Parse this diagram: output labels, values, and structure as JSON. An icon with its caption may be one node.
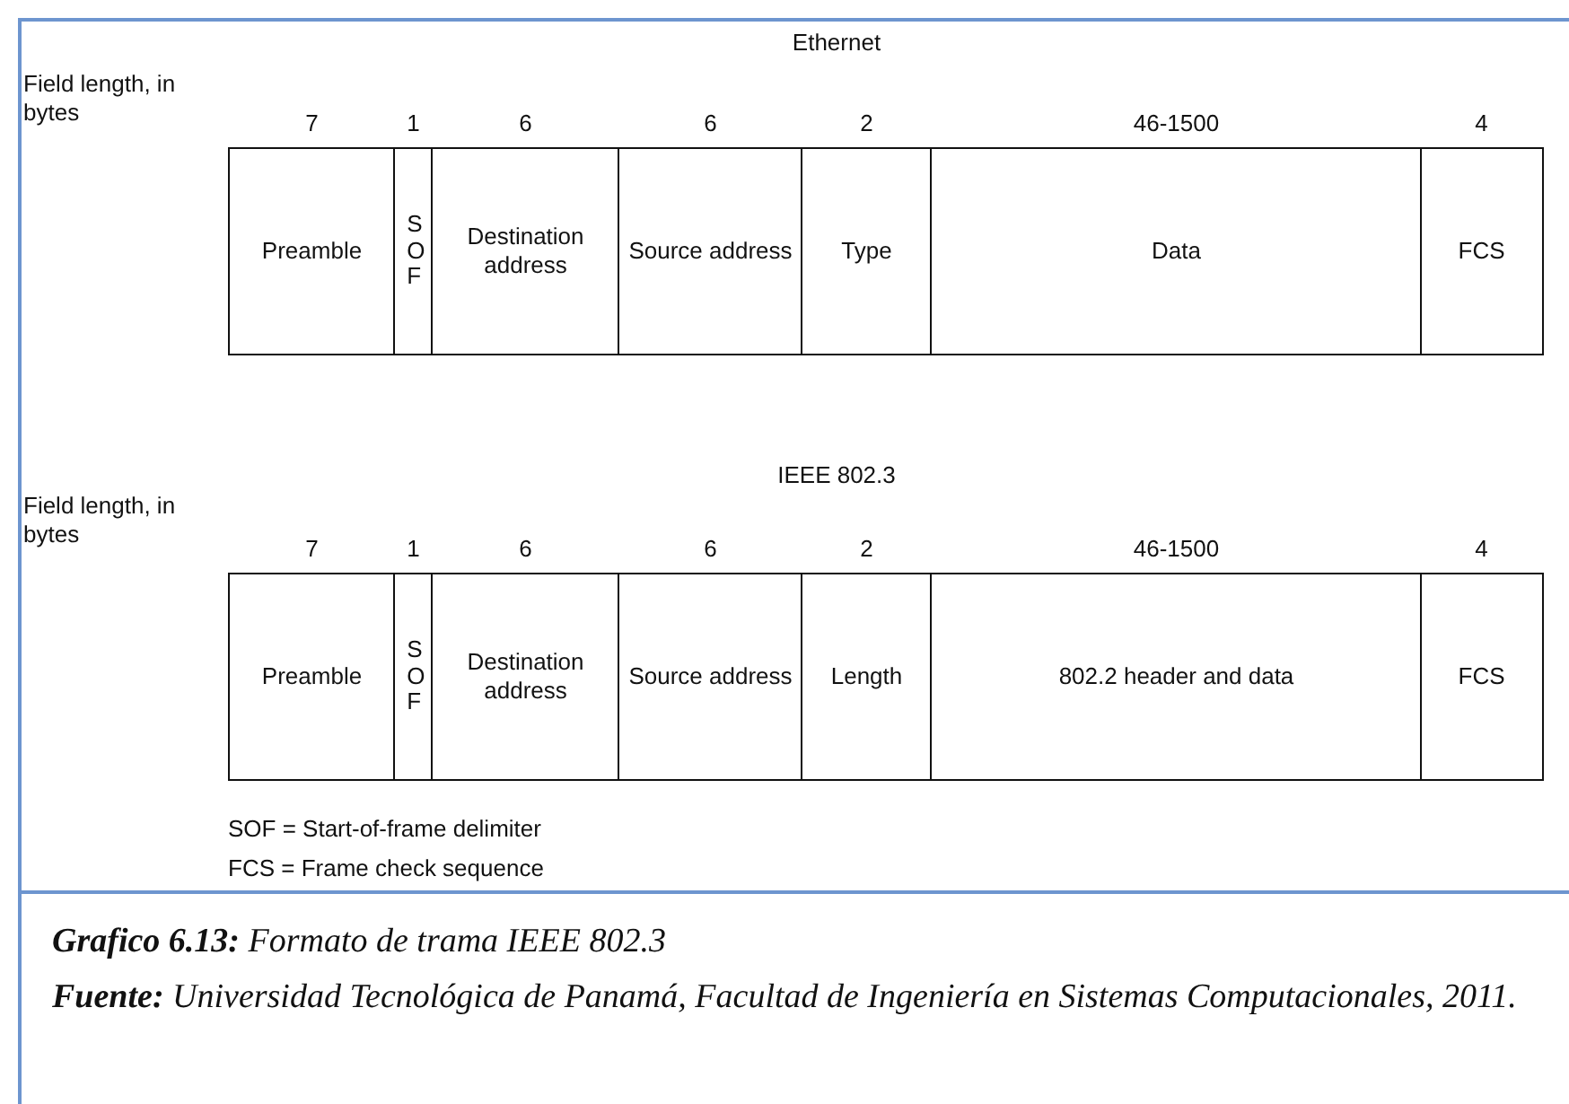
{
  "diagram": {
    "caption": "**Grafico 6.13:** Formato de trama IEEE 802.3",
    "nodes": [
      {
        "text": [
          "Preamble"
        ],
        "beside": [
          "7"
        ]
      },
      {
        "text": [
          "SOF"
        ],
        "beside": [
          "1"
        ]
      },
      {
        "text": [
          "Destination address"
        ],
        "beside": [
          "6"
        ]
      },
      {
        "text": [
          "Source address"
        ],
        "beside": [
          "6"
        ]
      },
      {
        "text": [
          "Type"
        ],
        "beside": [
          "2"
        ]
      },
      {
        "text": [
          "Data"
        ],
        "beside": [
          "46-1500"
        ]
      },
      {
        "text": [
          "FCS"
        ],
        "beside": [
          "4"
        ]
      },
      {
        "text": [
          "Preamble"
        ],
        "beside": [
          "7"
        ]
      },
      {
        "text": [
          "SOF"
        ],
        "beside": [
          "1"
        ]
      },
      {
        "text": [
          "Destination address"
        ],
        "beside": [
          "6"
        ]
      },
      {
        "text": [
          "Source address"
        ],
        "beside": [
          "6"
        ]
      },
      {
        "text": [
          "Length"
        ],
        "beside": [
          "2"
        ]
      },
      {
        "text": [
          "802.2 header and data"
        ],
        "beside": [
          "46-1500"
        ]
      },
      {
        "text": [
          "FCS"
        ],
        "beside": [
          "4"
        ]
      }
    ],
    "labels": [
      "Ethernet",
      "Field length, in bytes",
      "IEEE 802.3",
      "Field length, in bytes",
      "SOF = Start-of-frame delimiter",
      "FCS = Frame check sequence",
      "**Fuente:** Universidad Tecnológica de Panamá, Facultad de Ingeniería en Sistemas Computacionales, 2011."
    ]
  }
}
